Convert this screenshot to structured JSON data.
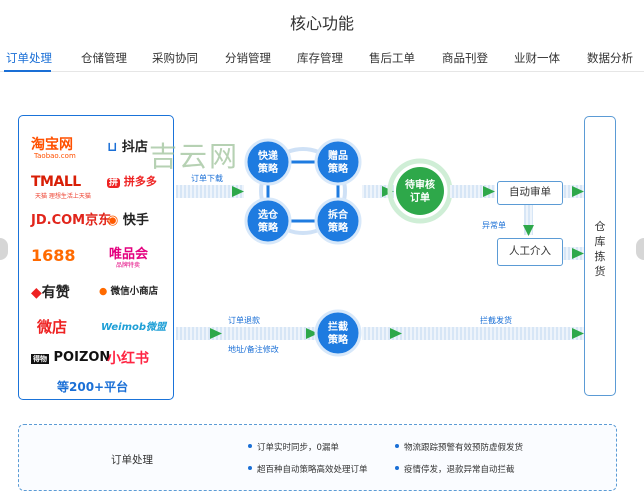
{
  "header": {
    "title": "核心功能"
  },
  "tabs": [
    {
      "label": "订单处理",
      "active": true
    },
    {
      "label": "仓储管理"
    },
    {
      "label": "采购协同"
    },
    {
      "label": "分销管理"
    },
    {
      "label": "库存管理"
    },
    {
      "label": "售后工单"
    },
    {
      "label": "商品刊登"
    },
    {
      "label": "业财一体"
    },
    {
      "label": "数据分析"
    }
  ],
  "platforms": {
    "taobao": "淘宝网",
    "taobao_sub": "Taobao.com",
    "douyin": "抖店",
    "tmall": "TMALL",
    "tmall_sub": "天猫 理想生活上天猫",
    "pinduoduo": "拼多多",
    "jd": "JD.COM京东",
    "kuaishou": "快手",
    "n1688": "1688",
    "vip": "唯品会",
    "vip_sub": "品牌特卖",
    "youzan": "有赞",
    "wechat_store": "微信小商店",
    "weidian": "微店",
    "weimob": "Weimob微盟",
    "poizon": "POIZON",
    "xiaohongshu": "小红书",
    "more": "等200+平台"
  },
  "watermark": "吉云网",
  "flow": {
    "order_download": "订单下载",
    "strategies": [
      "快递\n策略",
      "赠品\n策略",
      "选仓\n策略",
      "拆合\n策略"
    ],
    "pending_review": "待审核\n订单",
    "auto_review": "自动审单",
    "exception": "异常单",
    "manual": "人工介入",
    "refund": "订单退款",
    "address_change": "地址/备注修改",
    "intercept": "拦截\n策略",
    "intercept_ship": "拦截发货",
    "warehouse": "仓库拣货"
  },
  "summary": {
    "label": "订单处理",
    "features": [
      "订单实时同步，0漏单",
      "物流跟踪预警有效预防虚假发货",
      "超百种自动策略高效处理订单",
      "疫情停发，退款异常自动拦截"
    ]
  },
  "colors": {
    "accent": "#1a6fd6",
    "node": "#1e7be0",
    "green": "#2ea84a"
  }
}
